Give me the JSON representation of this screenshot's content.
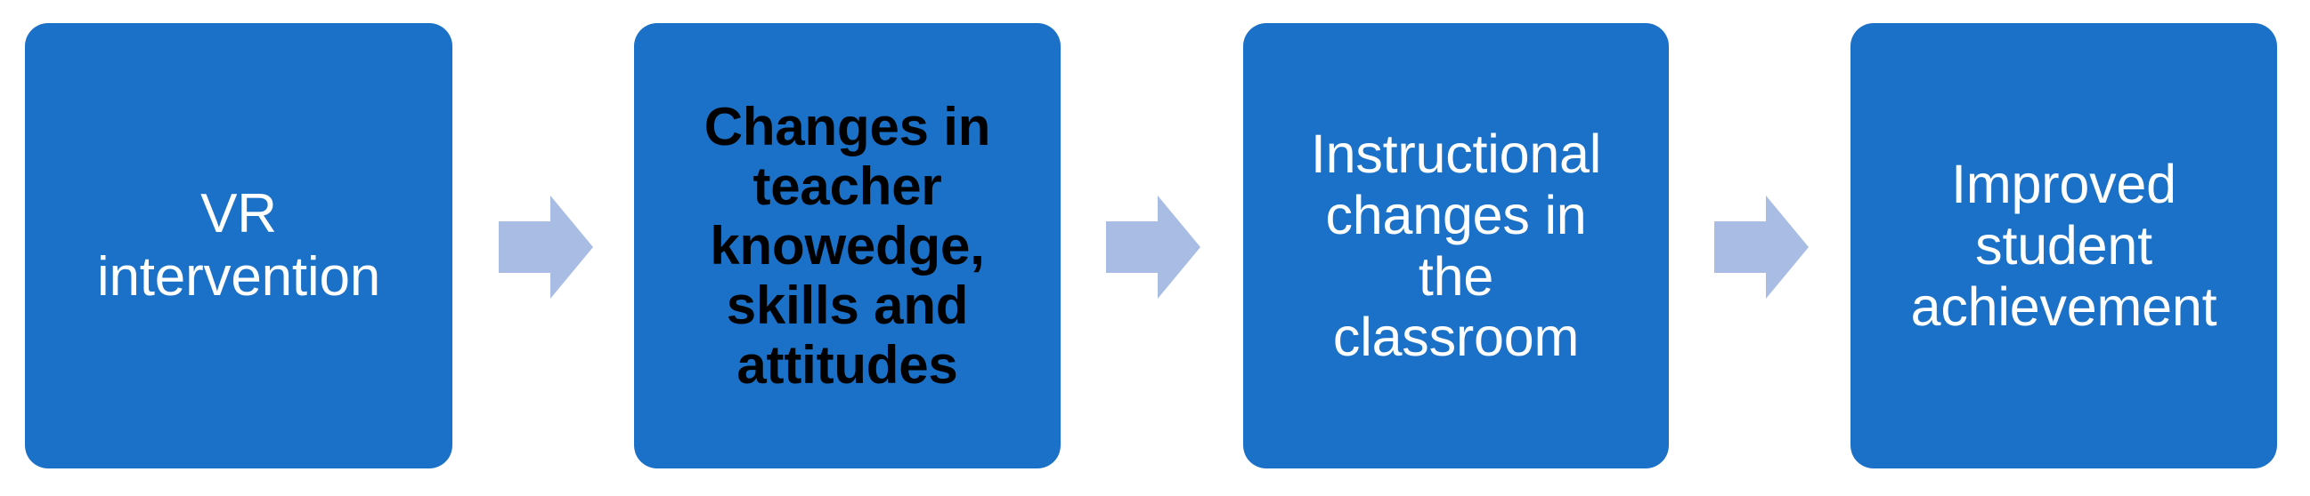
{
  "diagram": {
    "type": "linear-flowchart",
    "orientation": "horizontal",
    "background_color": "#FFFFFF",
    "box_fill_color": "#1B71C8",
    "arrow_fill_color": "#A9BCE3",
    "nodes": [
      {
        "id": "vr-intervention",
        "label": "VR\nintervention",
        "text_color": "#FFFFFF",
        "font_weight": "normal"
      },
      {
        "id": "teacher-changes",
        "label": "Changes in\nteacher\nknowedge,\nskills and\nattitudes",
        "text_color": "#000000",
        "font_weight": "bold"
      },
      {
        "id": "instructional-changes",
        "label": "Instructional\nchanges in\nthe\nclassroom",
        "text_color": "#FFFFFF",
        "font_weight": "normal"
      },
      {
        "id": "student-achievement",
        "label": "Improved\nstudent\nachievement",
        "text_color": "#FFFFFF",
        "font_weight": "normal"
      }
    ],
    "connectors": [
      {
        "id": "connector-1",
        "icon": "right-arrow-icon",
        "from": "vr-intervention",
        "to": "teacher-changes"
      },
      {
        "id": "connector-2",
        "icon": "right-arrow-icon",
        "from": "teacher-changes",
        "to": "instructional-changes"
      },
      {
        "id": "connector-3",
        "icon": "right-arrow-icon",
        "from": "instructional-changes",
        "to": "student-achievement"
      }
    ]
  }
}
